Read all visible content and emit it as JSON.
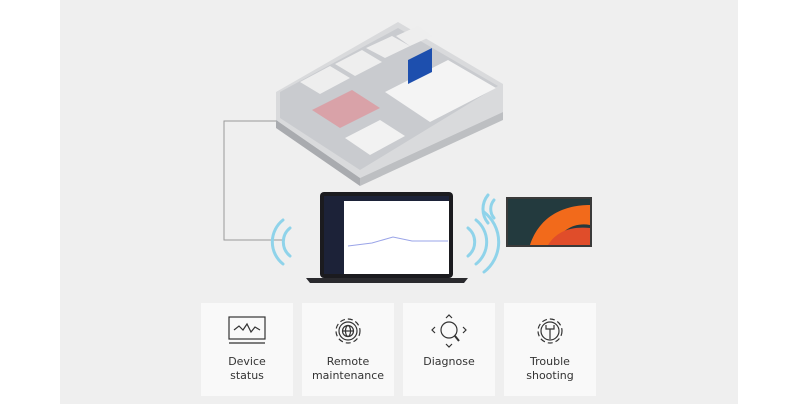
{
  "features": [
    {
      "icon": "monitor-pulse-icon",
      "line1": "Device",
      "line2": "status"
    },
    {
      "icon": "gear-globe-icon",
      "line1": "Remote",
      "line2": "maintenance"
    },
    {
      "icon": "magnifier-icon",
      "line1": "Diagnose",
      "line2": ""
    },
    {
      "icon": "gear-wrench-icon",
      "line1": "Trouble",
      "line2": "shooting"
    }
  ],
  "colors": {
    "panel": "#efefef",
    "card": "#f9f9f9",
    "wave": "#8fd3ea",
    "line": "#9a9a9a"
  }
}
